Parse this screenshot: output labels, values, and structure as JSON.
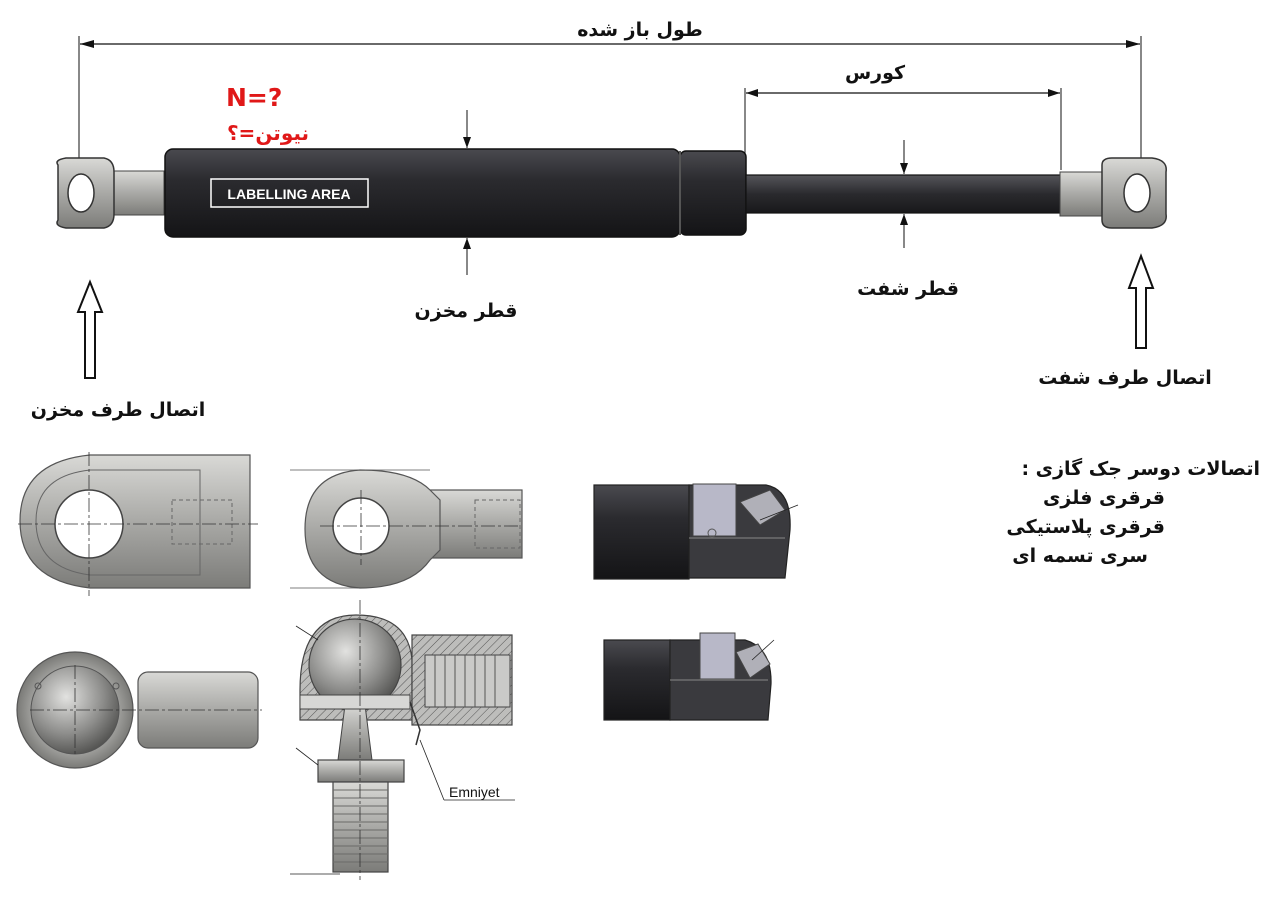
{
  "labels": {
    "extended_length": "طول باز شده",
    "stroke": "کورس",
    "force_en": "N=?",
    "force_fa": "نیوتن=؟",
    "label_area": "LABELLING AREA",
    "cylinder_diameter": "قطر مخزن",
    "shaft_diameter": "قطر شفت",
    "cylinder_end_connection": "اتصال طرف مخزن",
    "shaft_end_connection": "اتصال طرف شفت",
    "fitting_callout": "Emniyet"
  },
  "end_fittings_note": {
    "heading": "اتصالات دوسر جک گازی :",
    "items": [
      "قرقری فلزی",
      "قرقری پلاستیکی",
      "سری تسمه ای"
    ]
  },
  "colors": {
    "body": "#2e2e31",
    "metal": "#b3b3b0",
    "highlight_red": "#e01818",
    "line": "#111111"
  }
}
